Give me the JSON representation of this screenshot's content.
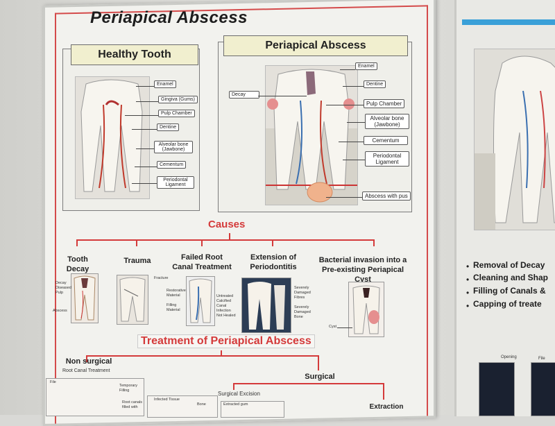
{
  "poster": {
    "title": "Periapical Abscess",
    "healthy": {
      "heading": "Healthy Tooth",
      "labels": [
        "Enamel",
        "Gingiva (Gums)",
        "Pulp Chamber",
        "Dentine",
        "Alveolar bone (Jawbone)",
        "Cementum",
        "Periodontal Ligament"
      ]
    },
    "abscess": {
      "heading": "Periapical Abscess",
      "labels": [
        "Enamel",
        "Decay",
        "Dentine",
        "Pulp Chamber",
        "Alveolar bone (Jawbone)",
        "Cementum",
        "Periodontal Ligament",
        "Abscess with pus"
      ]
    },
    "causes": {
      "heading": "Causes",
      "items": [
        "Tooth Decay",
        "Trauma",
        "Failed Root Canal Treatment",
        "Extension of Periodontitis",
        "Bacterial invasion into a Pre-existing Periapical Cyst"
      ],
      "notes": {
        "decay": [
          "Decay",
          "Diseased",
          "Pulp",
          "Abscess"
        ],
        "trauma": [
          "Fracture"
        ],
        "rct": [
          "Restorative",
          "Material",
          "Filling",
          "Material",
          "Untreated",
          "Calcified",
          "Canal",
          "Infection",
          "Not Healed"
        ],
        "perio": [
          "Severely",
          "Damaged",
          "Fibres",
          "Severely",
          "Damaged",
          "Bone"
        ],
        "cyst": [
          "Cyst"
        ]
      }
    },
    "treatment": {
      "heading": "Treatment of Periapical Abscess",
      "non_surgical": "Non surgical",
      "rct": "Root Canal Treatment",
      "surgical": "Surgical",
      "excision": "Surgical Excision",
      "extraction": "Extraction",
      "small": [
        "File",
        "Temporary",
        "Filling",
        "Root canals",
        "filled with",
        "Infected Tissue",
        "Bone",
        "Extracted gum"
      ]
    }
  },
  "poster2": {
    "bullets": [
      "Removal of Decay",
      "Cleaning and Shap",
      "Filling of Canals &",
      "Capping of treate"
    ],
    "small": [
      "Opening",
      "File"
    ]
  },
  "colors": {
    "accent_red": "#d43a3a",
    "heading_bg": "#f1efcf"
  }
}
